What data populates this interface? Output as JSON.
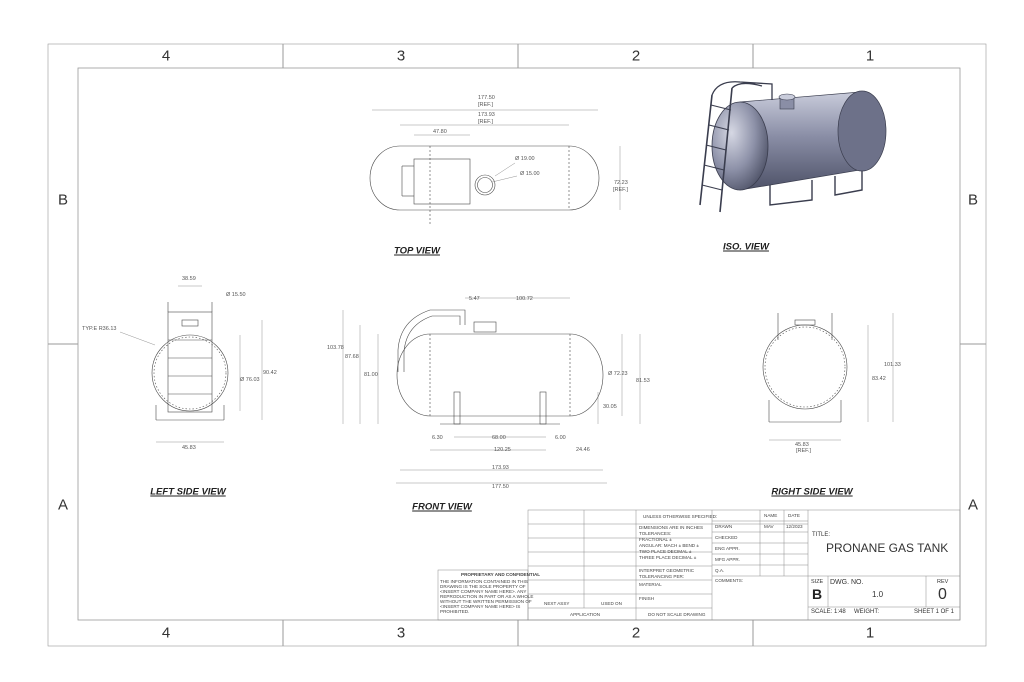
{
  "zones": {
    "columns_top": [
      "4",
      "3",
      "2",
      "1"
    ],
    "columns_bottom": [
      "4",
      "3",
      "2",
      "1"
    ],
    "rows_left": [
      "B",
      "A"
    ],
    "rows_right": [
      "B",
      "A"
    ]
  },
  "views": {
    "top": "TOP VIEW",
    "iso": "ISO. VIEW",
    "left": "LEFT SIDE VIEW",
    "front": "FRONT VIEW",
    "right": "RIGHT SIDE VIEW"
  },
  "dims": {
    "top": {
      "overall": "177.50",
      "overall_ref": "[REF.]",
      "body": "173.93",
      "body_ref": "[REF.]",
      "ladder": "47.80",
      "hole_outer": "Ø 19.00",
      "hole_inner": "Ø 15.00",
      "height": "72.23",
      "height_ref": "[REF.]"
    },
    "left": {
      "top_width": "38.59",
      "nozzle": "Ø 15.50",
      "radius": "TYP.E R36.13",
      "diameter": "Ø 76.03",
      "height": "90.42",
      "base": "45.83"
    },
    "front": {
      "d1": "5.47",
      "d2": "100.72",
      "h1": "103.78",
      "h2": "87.68",
      "h3": "81.00",
      "dia": "Ø 72.23",
      "h4": "81.53",
      "h5": "30.05",
      "b1": "6.30",
      "b2": "68.00",
      "b3": "6.00",
      "b4": "120.25",
      "b5": "24.46",
      "b6": "173.93",
      "b7": "177.50"
    },
    "right": {
      "h1": "101.33",
      "h2": "83.42",
      "base": "45.83",
      "base_ref": "[REF.]"
    }
  },
  "title_block": {
    "tolerances": [
      "UNLESS OTHERWISE SPECIFIED:",
      "DIMENSIONS ARE IN INCHES",
      "TOLERANCES:",
      "FRACTIONAL ±",
      "ANGULAR: MACH ±   BEND ±",
      "TWO PLACE DECIMAL   ±",
      "THREE PLACE DECIMAL  ±"
    ],
    "interpret": [
      "INTERPRET GEOMETRIC",
      "TOLERANCING PER:"
    ],
    "material": "MATERIAL",
    "finish": "FINISH",
    "next_assy": "NEXT ASSY",
    "used_on": "USED ON",
    "application": "APPLICATION",
    "do_not_scale": "DO NOT SCALE DRAWING",
    "proprietary_title": "PROPRIETARY AND CONFIDENTIAL",
    "proprietary_text": [
      "THE INFORMATION CONTAINED IN THIS",
      "DRAWING IS THE SOLE PROPERTY OF",
      "<INSERT COMPANY NAME HERE>. ANY",
      "REPRODUCTION IN PART OR AS A WHOLE",
      "WITHOUT THE WRITTEN PERMISSION OF",
      "<INSERT COMPANY NAME HERE> IS",
      "PROHIBITED."
    ],
    "name_col": "NAME",
    "date_col": "DATE",
    "drawn": "DRAWN",
    "drawn_name": "MAV",
    "drawn_date": "12/2023",
    "checked": "CHECKED",
    "eng_appr": "ENG APPR.",
    "mfg_appr": "MFG APPR.",
    "qa": "Q.A.",
    "comments": "COMMENTS:",
    "title_label": "TITLE:",
    "title": "PRONANE GAS TANK",
    "size_label": "SIZE",
    "size": "B",
    "dwg_no_label": "DWG.  NO.",
    "dwg_no": "1.0",
    "rev_label": "REV",
    "rev": "0",
    "scale": "SCALE: 1:48",
    "weight": "WEIGHT:",
    "sheet": "SHEET 1 OF 1"
  },
  "colors": {
    "line": "#4a4a4a",
    "tank_body": "#8a8ea6",
    "tank_dark": "#5a5e75",
    "tank_light": "#c9ccdb"
  }
}
